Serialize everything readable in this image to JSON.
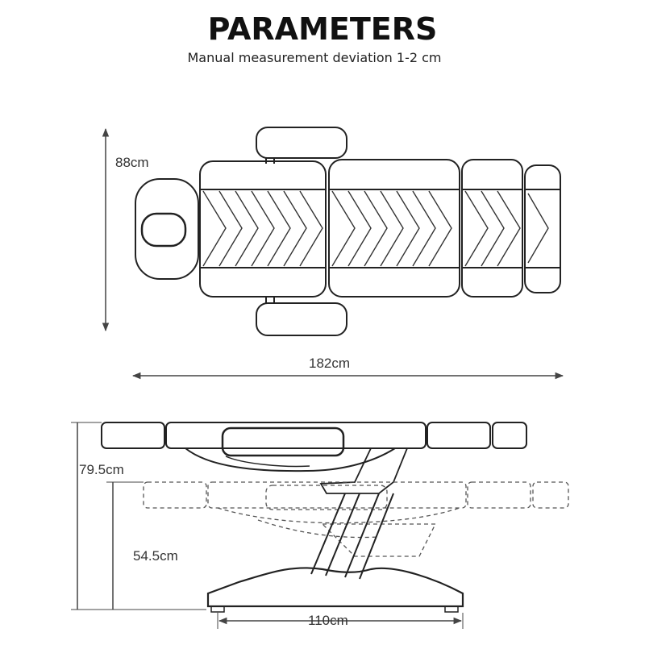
{
  "header": {
    "title": "PARAMETERS",
    "subtitle": "Manual measurement deviation 1-2 cm"
  },
  "top_view": {
    "width_label": "88cm",
    "length_label": "182cm"
  },
  "side_view": {
    "max_height_label": "79.5cm",
    "min_height_label": "54.5cm",
    "base_label": "110cm"
  },
  "colors": {
    "line": "#222222",
    "dashed": "#555555",
    "dimension": "#444444"
  }
}
